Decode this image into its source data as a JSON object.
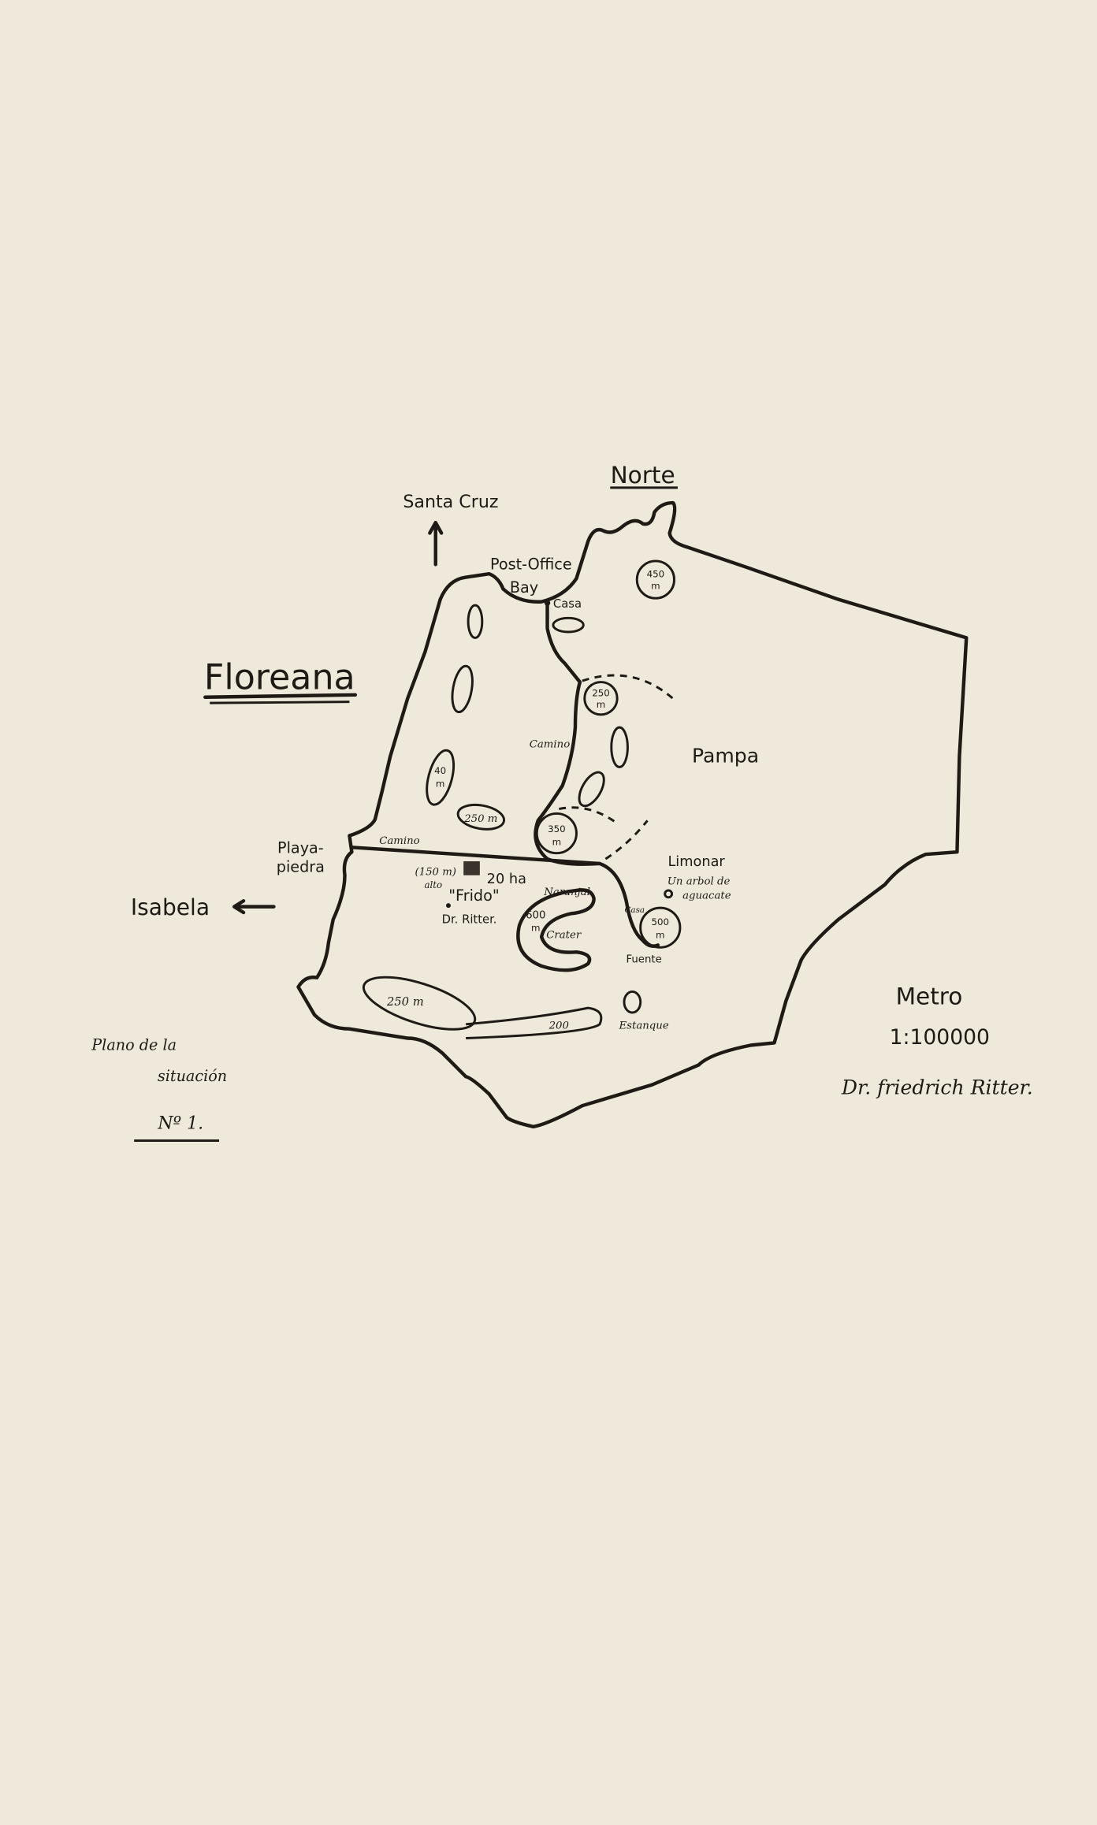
{
  "map": {
    "title": "Floreana",
    "north": "Norte",
    "directions": {
      "santa_cruz": "Santa Cruz",
      "isabela": "Isabela"
    },
    "places": {
      "post_office": "Post-Office",
      "bay": "Bay",
      "casa_top": "Casa",
      "pampa": "Pampa",
      "camino_north": "Camino",
      "camino_west": "Camino",
      "playa": "Playa-",
      "piedra": "piedra",
      "alto_height": "(150 m)",
      "alto": "alto",
      "area": "20 ha",
      "frido": "\"Frido\"",
      "ritter": "Dr. Ritter.",
      "naranjal": "Naranjal",
      "crater": "Crater",
      "limonar": "Limonar",
      "arbol1": "Un arbol de",
      "arbol2": "aguacate",
      "casa_east": "Casa",
      "fuente": "Fuente",
      "estanque": "Estanque"
    },
    "elevations": {
      "e450": "450",
      "e450u": "m",
      "e250a": "250",
      "e250au": "m",
      "e40": "40",
      "e40u": "m",
      "e250b": "250 m",
      "e350": "350",
      "e350u": "m",
      "e600": "600",
      "e600u": "m",
      "e500": "500",
      "e500u": "m",
      "e250c": "250 m",
      "e200": "200"
    },
    "scale_label": "Metro",
    "scale": "1:100000",
    "signature": "Dr. friedrich Ritter.",
    "plan_caption": {
      "line1": "Plano de la",
      "line2": "situación",
      "line3": "Nº 1."
    }
  }
}
